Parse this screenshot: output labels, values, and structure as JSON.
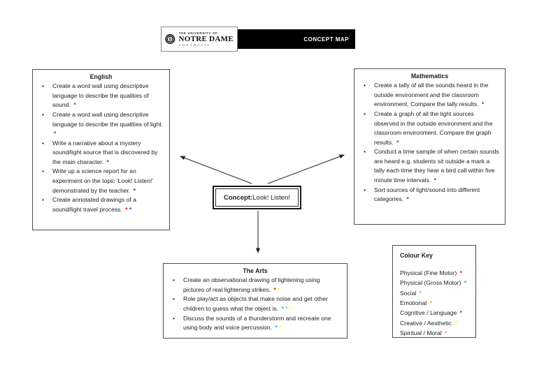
{
  "header": {
    "logo": {
      "line1": "THE UNIVERSITY OF",
      "line2": "NOTRE DAME",
      "line3": "AUSTRALIA"
    },
    "title": "CONCEPT MAP"
  },
  "concept": {
    "label": "Concept:",
    "text": " Look! Listen!"
  },
  "star_colors": {
    "red": "#FF0000",
    "cyan": "#00B0F0",
    "green": "#92D050",
    "orange": "#FFA500",
    "blue": "#4141B8",
    "yellow": "#FFFF00",
    "pink": "#FF7C80"
  },
  "boxes": {
    "english": {
      "title": "English",
      "items": [
        {
          "text": "Create a word wall using descriptive language to describe the qualities of sound. ",
          "stars": [
            "blue"
          ]
        },
        {
          "text": "Create a word wall using descriptive language to describe the qualities of light. ",
          "stars": [
            "blue"
          ]
        },
        {
          "text": "Write a narrative about a mystery sound/light source that is discovered by the main character. ",
          "stars": [
            "blue"
          ]
        },
        {
          "text": "Write up a science report for an experiment on the topic ‘Look! Listen!’ demonstrated by the teacher. ",
          "stars": [
            "blue"
          ]
        },
        {
          "text": "Create annotated drawings of a sound/light travel process. ",
          "stars": [
            "red",
            "blue"
          ]
        }
      ]
    },
    "mathematics": {
      "title": "Mathematics",
      "items": [
        {
          "text": "Create a tally of all the sounds heard in the outside environment and the classroom environment. Compare the tally results. ",
          "stars": [
            "blue"
          ]
        },
        {
          "text": "Create a graph of all the light sources observed in the outside environment and the classroom environment. Compare the graph results. ",
          "stars": [
            "blue"
          ]
        },
        {
          "text": "Conduct a time sample of when certain sounds are heard e.g. students sit outside a mark a tally each time they hear a bird call within five minute time intervals. ",
          "stars": [
            "blue"
          ]
        },
        {
          "text": "Sort sources of light/sound into different categories. ",
          "stars": [
            "blue"
          ]
        }
      ]
    },
    "arts": {
      "title": "The Arts",
      "items": [
        {
          "text": "Create an observational drawing of lightening using pictures of real lightening strikes. ",
          "stars": [
            "red",
            "yellow"
          ]
        },
        {
          "text": "Role play/act as objects that make noise and get other children to guess what the object is. ",
          "stars": [
            "cyan",
            "green",
            "yellow"
          ]
        },
        {
          "text": "Discuss the sounds of a thunderstorm and recreate one using body and voice percussion. ",
          "stars": [
            "cyan",
            "yellow"
          ]
        }
      ]
    }
  },
  "colour_key": {
    "title": "Colour Key",
    "entries": [
      {
        "label": "Physical (Fine Motor)",
        "star": "red"
      },
      {
        "label": "Physical (Gross Motor)",
        "star": "cyan"
      },
      {
        "label": "Social",
        "star": "green"
      },
      {
        "label": "Emotional",
        "star": "orange"
      },
      {
        "label": "Cognitive / Language",
        "star": "blue"
      },
      {
        "label": "Creative / Aesthetic",
        "star": "yellow"
      },
      {
        "label": "Spiritual / Moral",
        "star": "pink"
      }
    ]
  }
}
